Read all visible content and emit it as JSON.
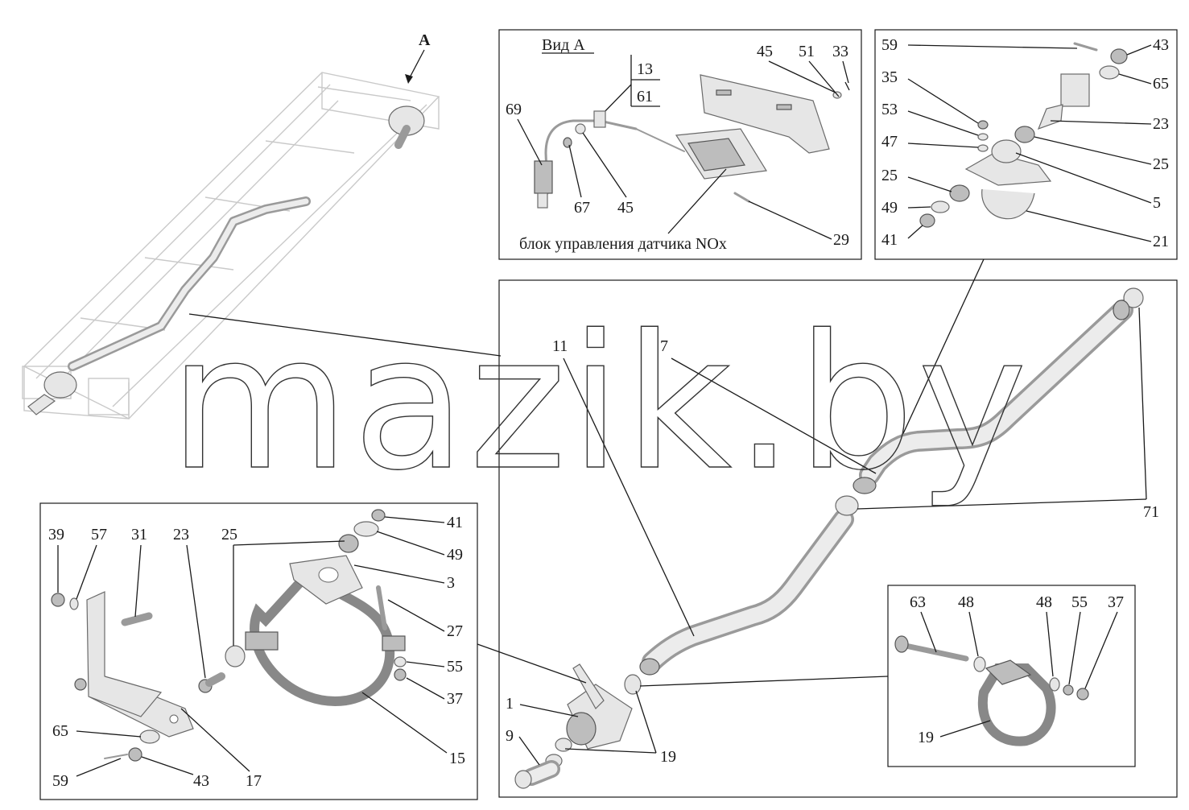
{
  "watermark": "mazik.by",
  "view_label": "A",
  "view_a": {
    "title": "Вид А",
    "fraction_top": "13",
    "fraction_bottom": "61",
    "caption": "блок управления датчика NOx",
    "labels": [
      "69",
      "67",
      "45",
      "45",
      "51",
      "33",
      "29"
    ]
  },
  "top_right": {
    "labels": [
      "59",
      "35",
      "53",
      "47",
      "25",
      "49",
      "41",
      "43",
      "65",
      "23",
      "25",
      "5",
      "21"
    ]
  },
  "main": {
    "labels": [
      "11",
      "7",
      "71",
      "1",
      "9",
      "19"
    ]
  },
  "bottom_left": {
    "labels": [
      "39",
      "57",
      "31",
      "23",
      "25",
      "41",
      "49",
      "3",
      "27",
      "55",
      "37",
      "65",
      "59",
      "43",
      "17",
      "15"
    ]
  },
  "bottom_right": {
    "labels": [
      "63",
      "48",
      "48",
      "55",
      "37",
      "19"
    ]
  }
}
